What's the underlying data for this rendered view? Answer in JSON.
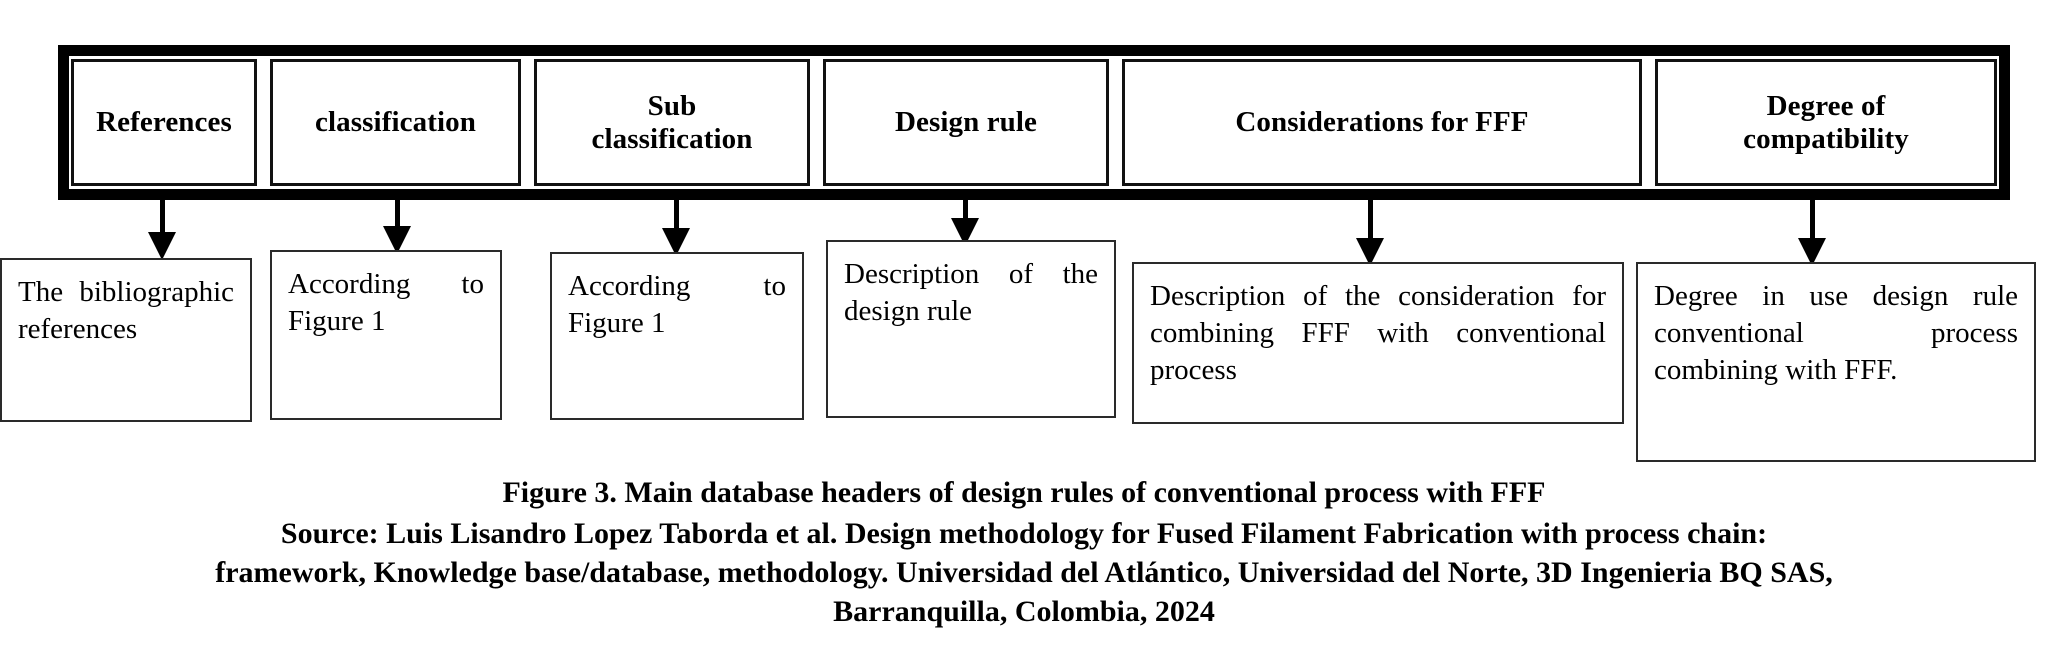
{
  "figure": {
    "headers": [
      {
        "id": "references",
        "label": "References"
      },
      {
        "id": "classification",
        "label": "classification"
      },
      {
        "id": "sub-classification",
        "label": "Sub\nclassification"
      },
      {
        "id": "design-rule",
        "label": "Design rule"
      },
      {
        "id": "considerations-for-fff",
        "label": "Considerations for FFF"
      },
      {
        "id": "degree-of-compatibility",
        "label": "Degree of\ncompatibility"
      }
    ],
    "descriptions": [
      {
        "id": "references-description",
        "text": "The bibliographic references"
      },
      {
        "id": "classification-description",
        "text": "According to Figure 1"
      },
      {
        "id": "sub-classification-description",
        "text": "According to Figure 1"
      },
      {
        "id": "design-rule-description",
        "text": "Description of the design rule"
      },
      {
        "id": "considerations-description",
        "text": "Description of the consideration for combining FFF with conventional process"
      },
      {
        "id": "degree-description",
        "text": "Degree in use design rule conventional process combining with FFF."
      }
    ],
    "caption": {
      "title": "Figure 3. Main database headers of design rules of conventional process with FFF",
      "source_line_1": "Source: Luis Lisandro Lopez Taborda et al. Design methodology for Fused Filament Fabrication with process chain:",
      "source_line_2": "framework, Knowledge base/database, methodology. Universidad del Atlántico, Universidad del Norte, 3D Ingenieria BQ SAS,",
      "source_line_3": "Barranquilla, Colombia, 2024"
    },
    "colors": {
      "frame": "#000000",
      "box_border": "#2a2a2a",
      "background": "#ffffff",
      "text": "#000000"
    }
  }
}
